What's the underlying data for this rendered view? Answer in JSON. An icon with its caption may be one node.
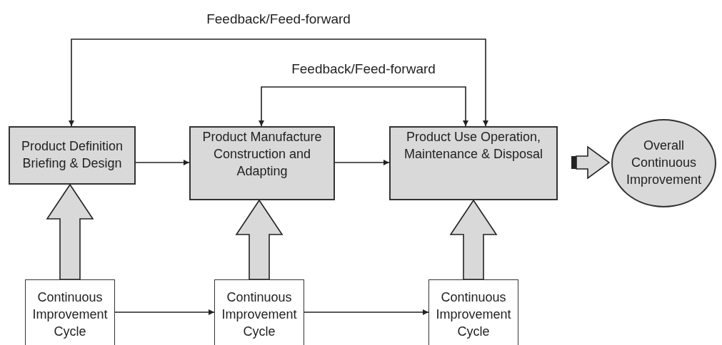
{
  "diagram": {
    "nodes": [
      {
        "text": [
          "Product Definition Briefing & Design"
        ]
      },
      {
        "text": [
          "Product Manufacture Construction and Adapting"
        ]
      },
      {
        "text": [
          "Product Use Operation, Maintenance & Disposal"
        ]
      },
      {
        "text": [
          "Overall Continuous Improvement"
        ]
      },
      {
        "text": [
          "Continuous Improvement Cycle"
        ]
      },
      {
        "text": [
          "Continuous Improvement Cycle"
        ]
      },
      {
        "text": [
          "Continuous Improvement Cycle"
        ]
      }
    ],
    "edges": [
      {
        "from": 0,
        "to": 1,
        "arrow": "to"
      },
      {
        "from": 1,
        "to": 2,
        "arrow": "to"
      },
      {
        "from": 2,
        "to": 3,
        "arrow": "to",
        "style": "thick"
      },
      {
        "from": 4,
        "to": 0,
        "arrow": "to",
        "style": "thick"
      },
      {
        "from": 5,
        "to": 1,
        "arrow": "to",
        "style": "thick"
      },
      {
        "from": 6,
        "to": 2,
        "arrow": "to",
        "style": "thick"
      },
      {
        "from": 4,
        "to": 5,
        "arrow": "to"
      },
      {
        "from": 5,
        "to": 6,
        "arrow": "to"
      },
      {
        "from": 2,
        "to": 0,
        "arrow": "both",
        "label": "Feedback/Feed-forward"
      },
      {
        "from": 2,
        "to": 1,
        "arrow": "both",
        "label": "Feedback/Feed-forward"
      }
    ]
  }
}
